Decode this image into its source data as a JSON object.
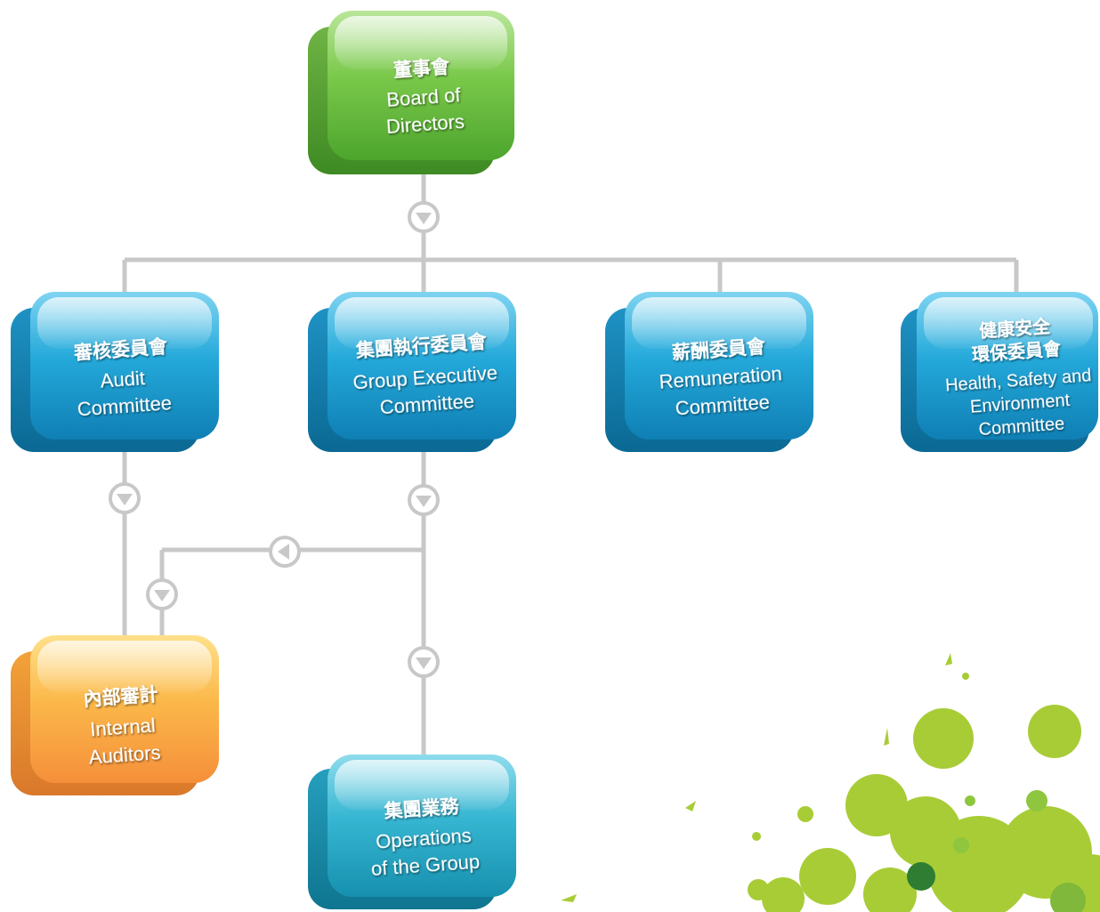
{
  "nodes": {
    "board": {
      "zh": "董事會",
      "en1": "Board of",
      "en2": "Directors"
    },
    "audit": {
      "zh": "審核委員會",
      "en1": "Audit",
      "en2": "Committee"
    },
    "gec": {
      "zh": "集團執行委員會",
      "en1": "Group Executive",
      "en2": "Committee"
    },
    "remuneration": {
      "zh": "薪酬委員會",
      "en1": "Remuneration",
      "en2": "Committee"
    },
    "hse": {
      "zh1": "健康安全",
      "zh2": "環保委員會",
      "en1": "Health, Safety and",
      "en2": "Environment",
      "en3": "Committee"
    },
    "internal": {
      "zh": "內部審計",
      "en1": "Internal",
      "en2": "Auditors"
    },
    "operations": {
      "zh": "集團業務",
      "en1": "Operations",
      "en2": "of the Group"
    }
  },
  "colors": {
    "green": "#6cbf3f",
    "blue": "#1b9fd0",
    "orange": "#f8ac3c",
    "teal": "#2fb1cc",
    "connector": "#c8c8c8",
    "splash": "#a8cc36",
    "splash_dark": "#2e7d32"
  },
  "icons": {
    "arrow_down": "triangle-down-icon",
    "arrow_left": "triangle-left-icon"
  }
}
